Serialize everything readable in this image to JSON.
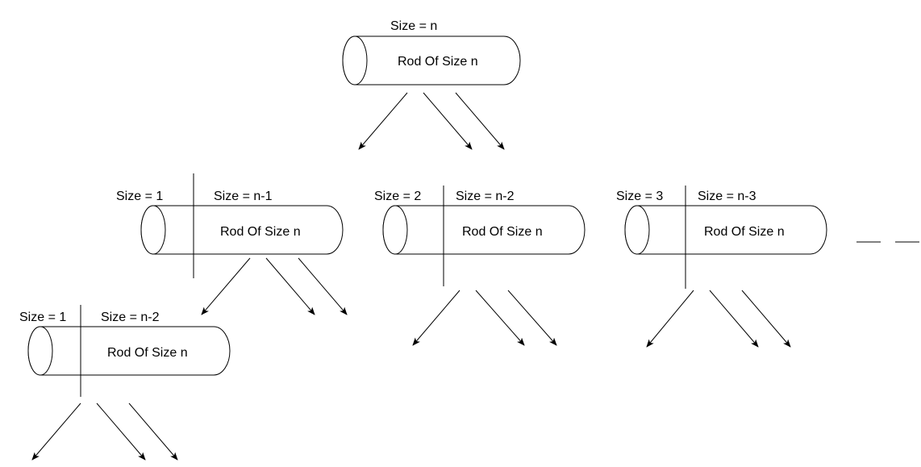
{
  "diagram": {
    "root": {
      "size_label": "Size = n",
      "rod_label": "Rod Of Size n"
    },
    "level1": [
      {
        "cut_label": "Size = 1",
        "remaining_label": "Size = n-1",
        "rod_label": "Rod Of Size n"
      },
      {
        "cut_label": "Size = 2",
        "remaining_label": "Size = n-2",
        "rod_label": "Rod Of Size n"
      },
      {
        "cut_label": "Size = 3",
        "remaining_label": "Size = n-3",
        "rod_label": "Rod Of Size n"
      }
    ],
    "level2": [
      {
        "cut_label": "Size = 1",
        "remaining_label": "Size = n-2",
        "rod_label": "Rod Of Size n"
      }
    ],
    "continuation": "— —",
    "colors": {
      "stroke": "#000000",
      "background": "#ffffff"
    }
  }
}
